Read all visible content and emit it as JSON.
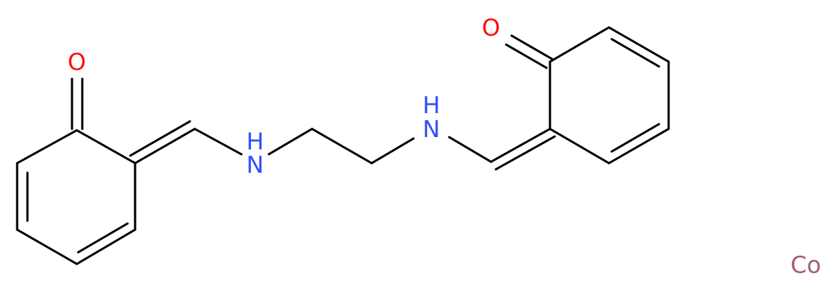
{
  "molecule": {
    "atoms": {
      "oxygen_left": "O",
      "oxygen_right": "O",
      "nitrogen_left": "N",
      "hydrogen_left": "H",
      "nitrogen_right": "N",
      "hydrogen_right": "H",
      "cobalt": "Co"
    },
    "colors": {
      "bond": "#000000",
      "oxygen": "#ff0d0d",
      "nitrogen": "#3050f8",
      "cobalt": "#a0606e"
    }
  }
}
